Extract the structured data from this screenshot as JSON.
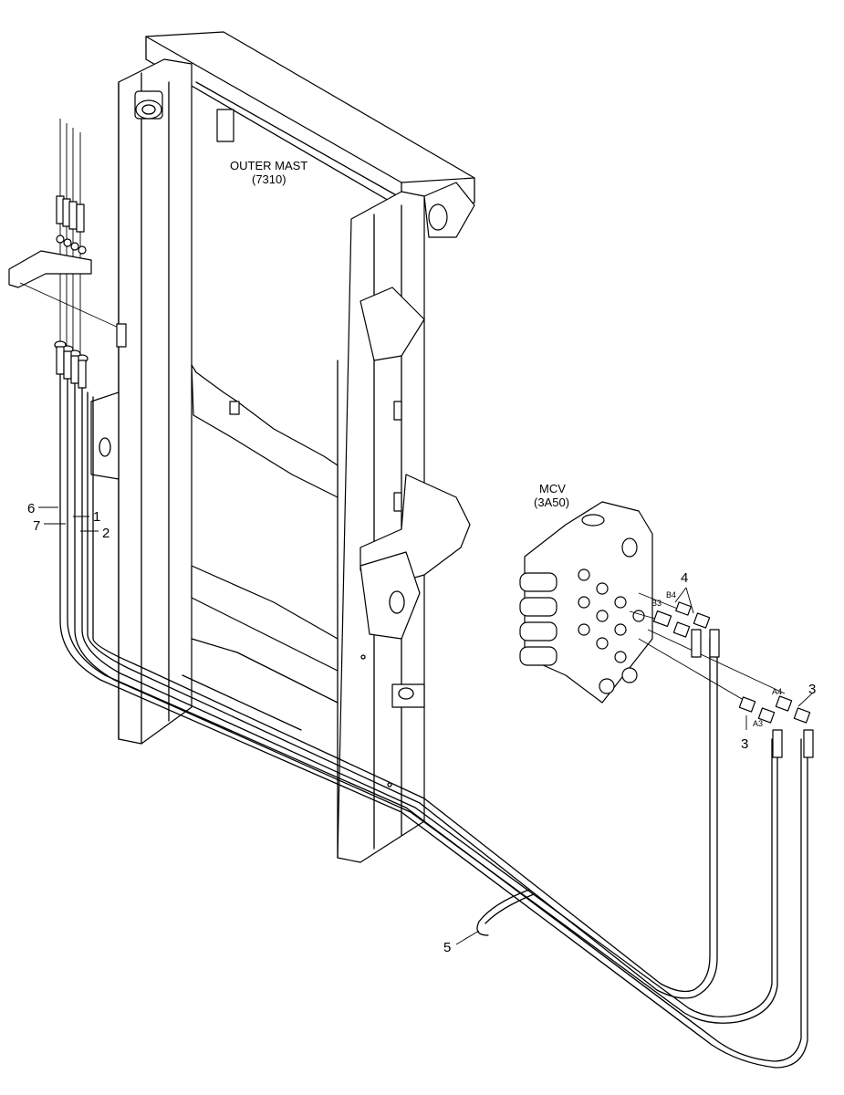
{
  "labels": {
    "outer_mast_line1": "OUTER MAST",
    "outer_mast_line2": "(7310)",
    "mcv_line1": "MCV",
    "mcv_line2": "(3A50)"
  },
  "callouts": {
    "c1": "1",
    "c2": "2",
    "c3a": "3",
    "c3b": "3",
    "c4": "4",
    "c5": "5",
    "c6": "6",
    "c7": "7"
  },
  "ports": {
    "a3": "A3",
    "a4": "A4",
    "b3": "B3",
    "b4": "B4"
  },
  "colors": {
    "line": "#000000",
    "background": "#ffffff"
  }
}
